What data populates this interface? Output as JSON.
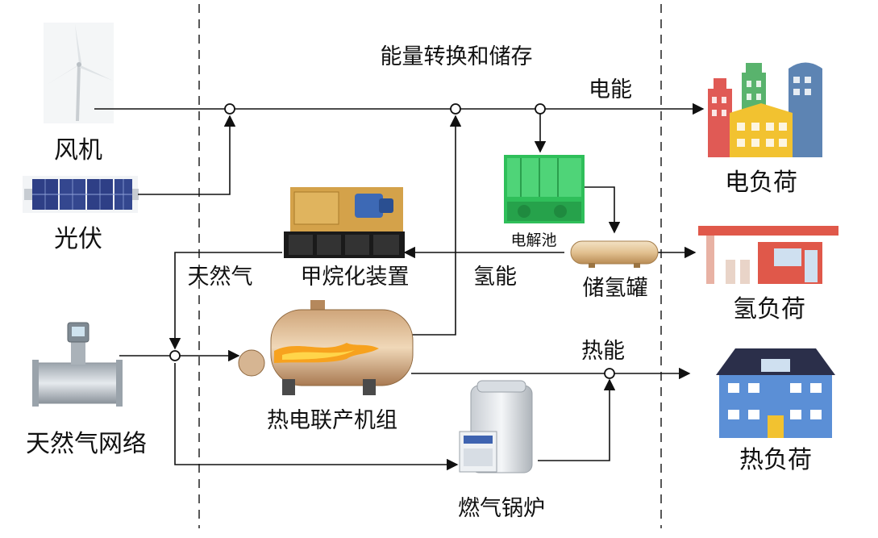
{
  "title": "能量转换和储存",
  "sources": {
    "wind": "风机",
    "pv": "光伏",
    "gas_network": "天然气网络"
  },
  "devices": {
    "methanation": "甲烷化装置",
    "chp": "热电联产机组",
    "electrolyzer": "电解池",
    "h2_tank": "储氢罐",
    "gas_boiler": "燃气锅炉"
  },
  "flows": {
    "electric": "电能",
    "hydrogen": "氢能",
    "heat": "热能",
    "natural_gas": "天然气"
  },
  "loads": {
    "electric": "电负荷",
    "hydrogen": "氢负荷",
    "heat": "热负荷"
  },
  "colors": {
    "line": "#111111",
    "electrolyzer_green": "#2fbf5a",
    "tank": "#e8c99a",
    "flame": "#f39a1c",
    "house_blue": "#5b8fd6",
    "station_red": "#e0584a"
  }
}
